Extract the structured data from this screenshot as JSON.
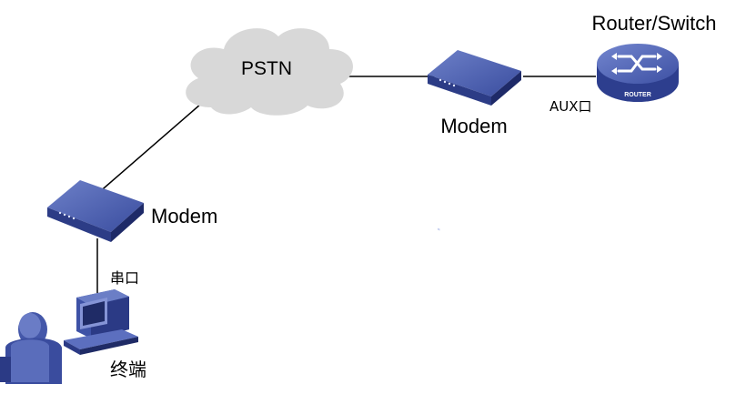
{
  "labels": {
    "cloud": "PSTN",
    "modem_top": "Modem",
    "modem_left": "Modem",
    "router": "Router/Switch",
    "router_badge": "ROUTER",
    "aux_port": "AUX口",
    "serial_port": "串口",
    "terminal": "终端"
  },
  "icons": {
    "cloud": "cloud-icon",
    "modem": "modem-icon",
    "router": "router-icon",
    "terminal": "computer-terminal-icon",
    "user": "user-icon"
  },
  "colors": {
    "device_blue_light": "#5b70bd",
    "device_blue_mid": "#3b4fa1",
    "device_blue_dark": "#26357c",
    "cloud_fill": "#d8d8d8",
    "line": "#000000"
  }
}
